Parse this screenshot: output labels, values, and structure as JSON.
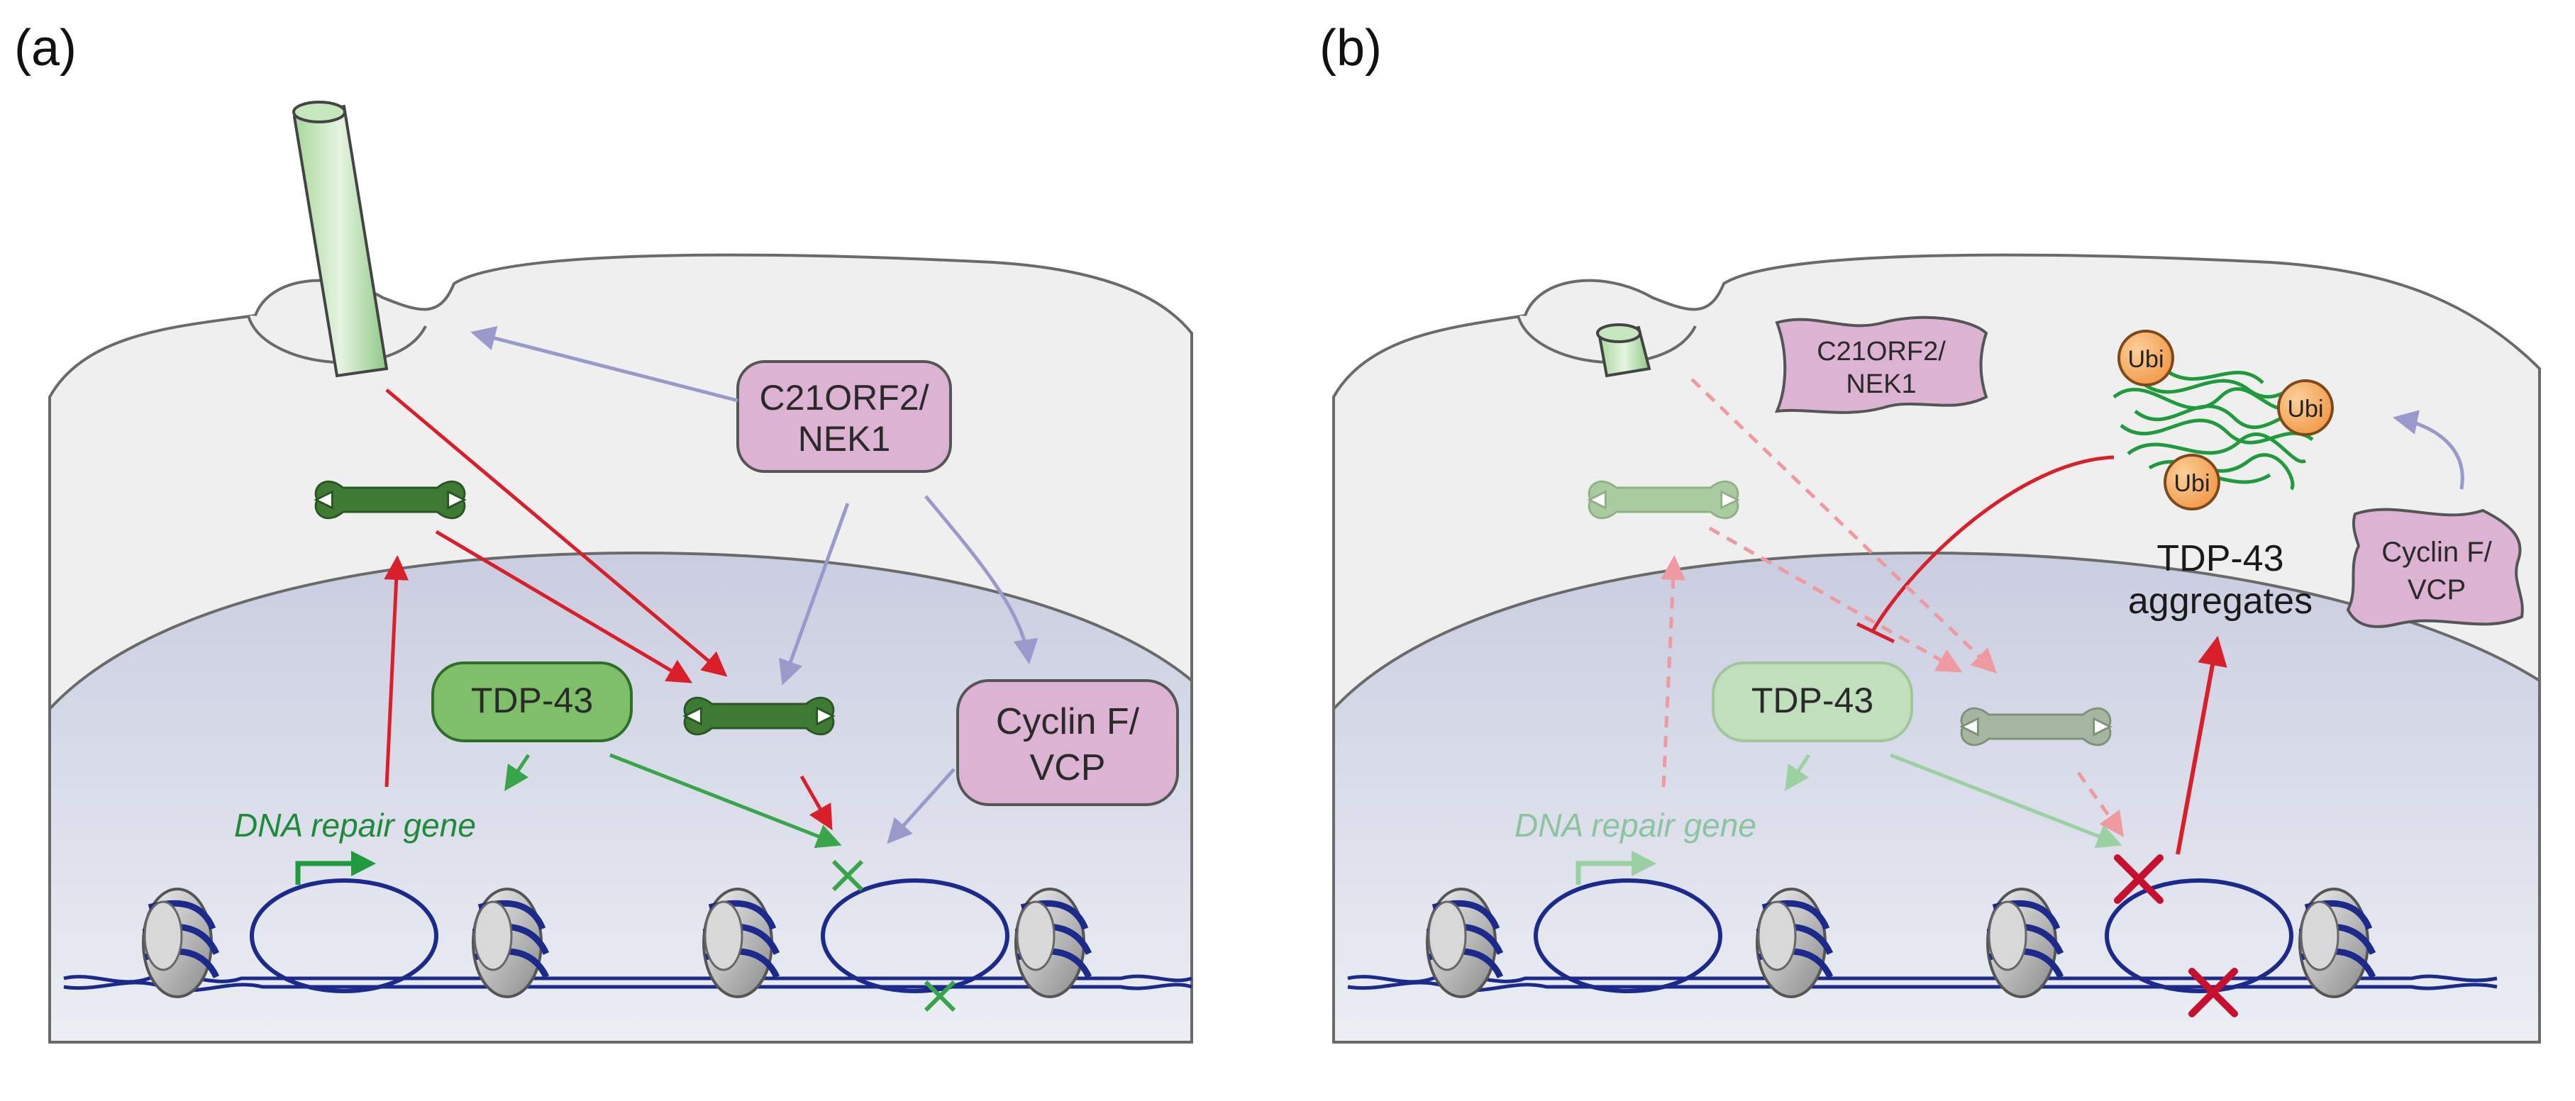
{
  "panels": {
    "a": {
      "label": "(a)",
      "protein_c21": [
        "C21ORF2/",
        "NEK1"
      ],
      "protein_tdp": "TDP-43",
      "protein_cyclin": [
        "Cyclin F/",
        "VCP"
      ],
      "gene_label": "DNA repair gene"
    },
    "b": {
      "label": "(b)",
      "protein_c21": [
        "C21ORF2/",
        "NEK1"
      ],
      "protein_tdp": "TDP-43",
      "protein_cyclin": [
        "Cyclin F/",
        "VCP"
      ],
      "gene_label": "DNA repair gene",
      "ubi_label": "Ubi",
      "aggregates_label": [
        "TDP-43",
        "aggregates"
      ]
    }
  },
  "colors": {
    "cytoplasm": "#efefef",
    "nucleus": "#d9dbe8",
    "protein_box": "#dcb3d3",
    "tdp_box": "#7fbf6a",
    "repair_arrow": "#d81f2a",
    "signal_arrow": "#9a99cc",
    "tdp_arrow": "#3aa44a",
    "dna": "#1c2a8c",
    "ubi": "#f6a35a"
  }
}
